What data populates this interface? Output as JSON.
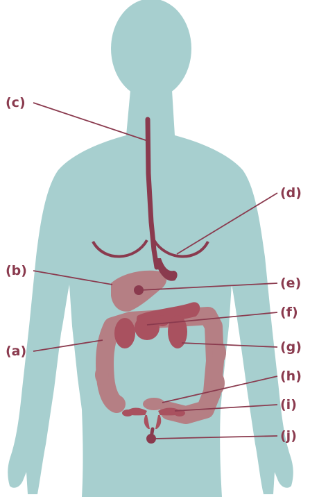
{
  "labels": {
    "a": "(a)",
    "b": "(b)",
    "c": "(c)",
    "d": "(d)",
    "e": "(e)",
    "f": "(f)",
    "g": "(g)",
    "h": "(h)",
    "i": "(i)",
    "j": "(j)"
  },
  "colors": {
    "body": "#a7cfcf",
    "organ_dark": "#8a3a4e",
    "organ_mid": "#a9515f",
    "organ_light": "#b57f84",
    "label": "#8a3a4e"
  }
}
